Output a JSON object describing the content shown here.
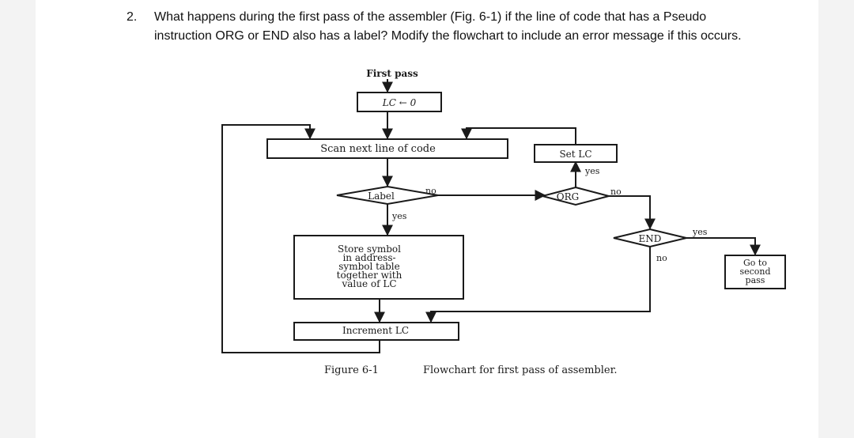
{
  "question": {
    "number": "2.",
    "text": "What happens during the first pass of the assembler (Fig. 6-1) if the line of code that has a Pseudo instruction ORG or END also has a label? Modify the flowchart to include an error message if this occurs."
  },
  "flowchart": {
    "start_label": "First pass",
    "init_box": "LC ← 0",
    "scan_box": "Scan next line of code",
    "set_lc_box": "Set LC",
    "label_decision": "Label",
    "org_decision": "ORG",
    "end_decision": "END",
    "store_box": [
      "Store symbol",
      "in address-",
      "symbol table",
      "together with",
      "value of LC"
    ],
    "increment_box": "Increment LC",
    "go_second_box": [
      "Go to",
      "second",
      "pass"
    ],
    "edge_yes": "yes",
    "edge_no": "no"
  },
  "caption": {
    "figure": "Figure 6-1",
    "text": "Flowchart for first pass of assembler."
  }
}
